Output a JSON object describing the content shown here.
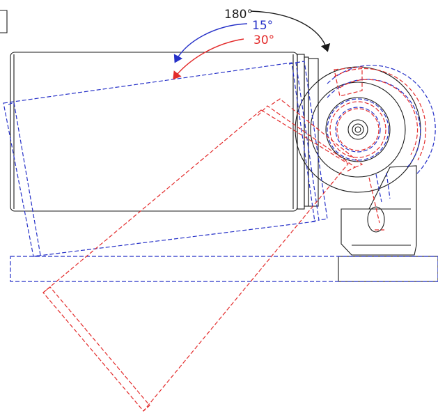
{
  "annotations": {
    "angle_180": "180°",
    "angle_15": "15°",
    "angle_30": "30°"
  },
  "colors": {
    "outline": "#1a1a1a",
    "tilt_15": "#2631c8",
    "tilt_30": "#e32b2b"
  }
}
